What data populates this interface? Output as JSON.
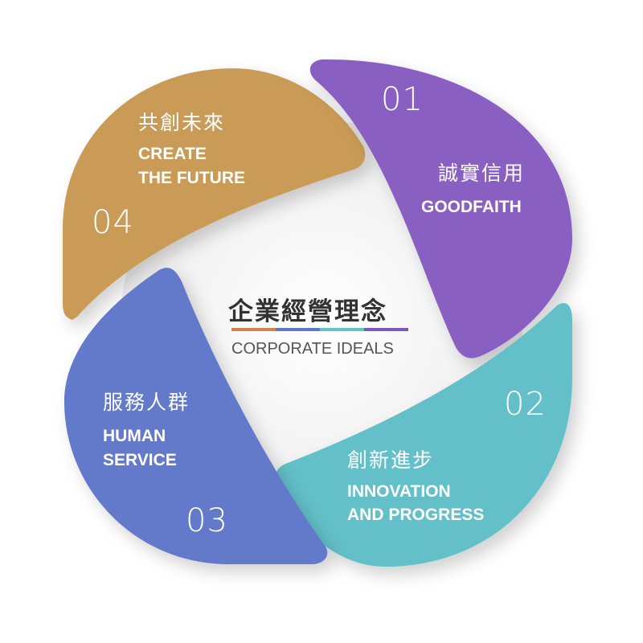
{
  "center": {
    "title": "企業經營理念",
    "subtitle": "CORPORATE IDEALS",
    "underline_colors": [
      "#D4804F",
      "#5C78C8",
      "#5FC6C0",
      "#7B58C2"
    ]
  },
  "segments": [
    {
      "number": "01",
      "title_zh": "誠實信用",
      "title_en": [
        "GOODFAITH"
      ],
      "color": "#8A5EC2"
    },
    {
      "number": "02",
      "title_zh": "創新進步",
      "title_en": [
        "INNOVATION",
        "AND PROGRESS"
      ],
      "color": "#64C0C8"
    },
    {
      "number": "03",
      "title_zh": "服務人群",
      "title_en": [
        "HUMAN",
        "SERVICE"
      ],
      "color": "#6479C9"
    },
    {
      "number": "04",
      "title_zh": "共創未來",
      "title_en": [
        "CREATE",
        "THE FUTURE"
      ],
      "color": "#C99B56"
    }
  ]
}
